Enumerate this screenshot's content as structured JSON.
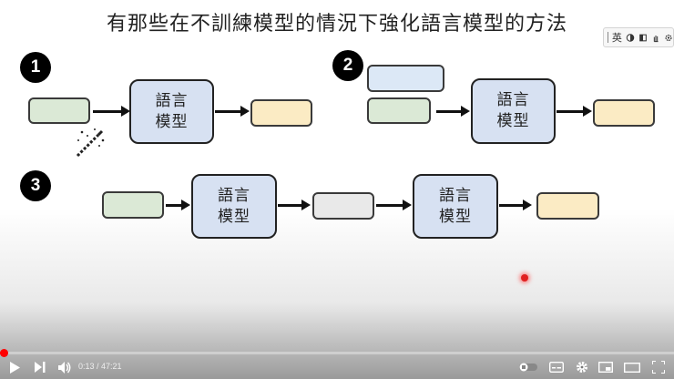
{
  "slide": {
    "title": "有那些在不訓練模型的情況下強化語言模型的方法",
    "steps": [
      "1",
      "2",
      "3"
    ],
    "lm_box": {
      "line1": "語言",
      "line2": "模型"
    }
  },
  "ime": {
    "lang": "英"
  },
  "player": {
    "time": "0:13 / 47:21",
    "progress": 0.005
  }
}
